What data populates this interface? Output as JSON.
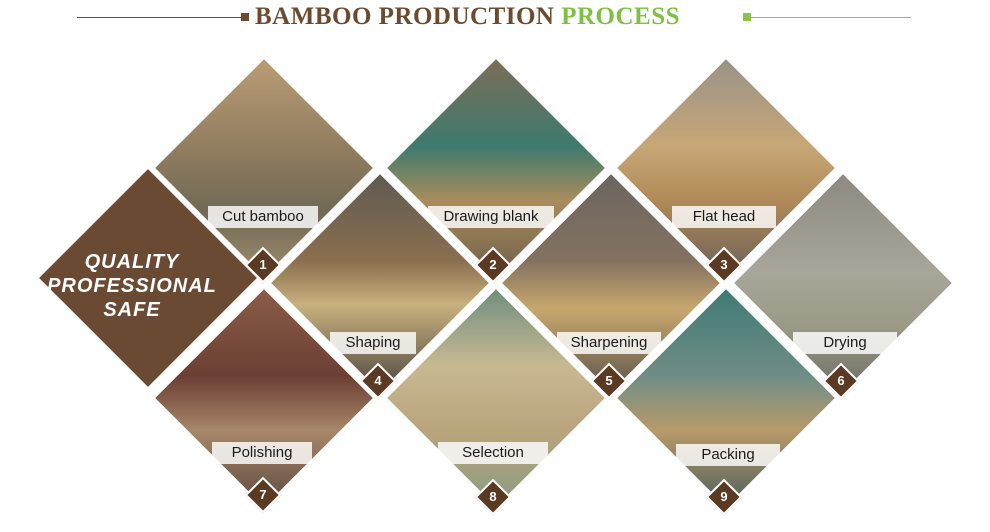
{
  "header": {
    "title_part1": "BAMBOO PRODUCTION",
    "title_part2": "PROCESS"
  },
  "quality_block": {
    "line1": "QUALITY",
    "line2": "PROFESSIONAL",
    "line3": "SAFE"
  },
  "steps": [
    {
      "number": "1",
      "label": "Cut bamboo"
    },
    {
      "number": "2",
      "label": "Drawing blank"
    },
    {
      "number": "3",
      "label": "Flat head"
    },
    {
      "number": "4",
      "label": "Shaping"
    },
    {
      "number": "5",
      "label": "Sharpening"
    },
    {
      "number": "6",
      "label": "Drying"
    },
    {
      "number": "7",
      "label": "Polishing"
    },
    {
      "number": "8",
      "label": "Selection"
    },
    {
      "number": "9",
      "label": "Packing"
    }
  ],
  "colors": {
    "brown": "#6b4a2f",
    "green": "#7cc142",
    "badge": "#5a3a22"
  }
}
